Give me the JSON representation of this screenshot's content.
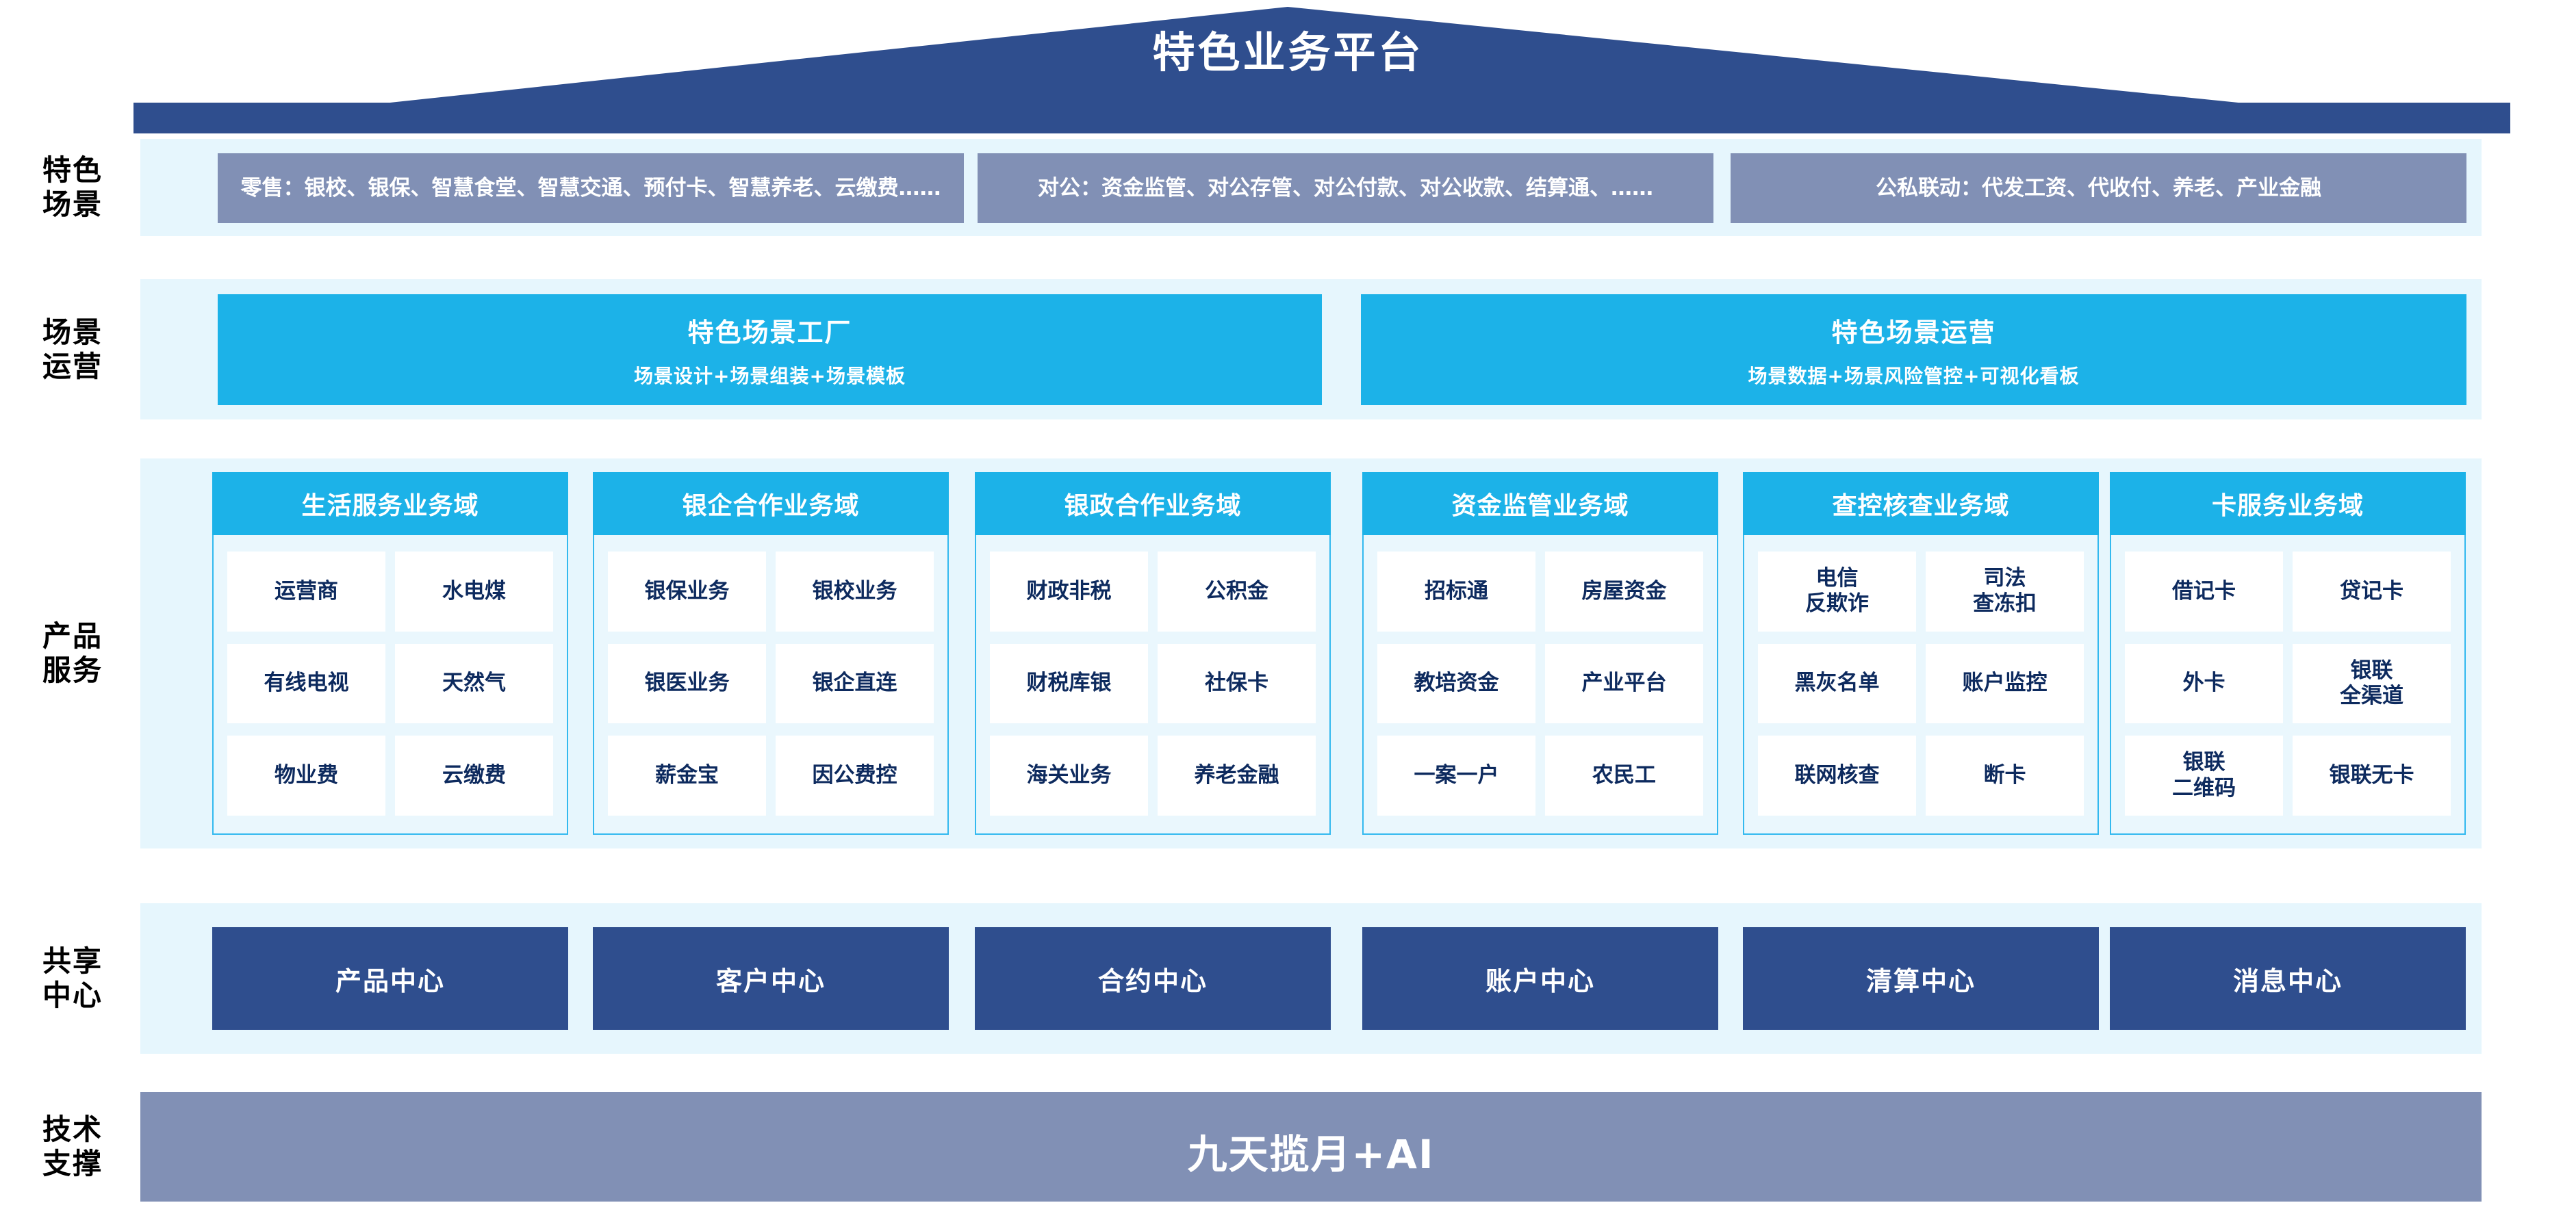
{
  "banner": {
    "title": "特色业务平台",
    "color": "#2f4e8e"
  },
  "colors": {
    "deep_blue": "#2f4e8e",
    "muted_blue": "#8190b5",
    "cyan": "#1cb2e8",
    "band_bg": "#e6f6fd",
    "cell_text": "#0d2a5e"
  },
  "rows": {
    "scene": {
      "label_line1": "特色",
      "label_line2": "场景"
    },
    "ops": {
      "label_line1": "场景",
      "label_line2": "运营"
    },
    "product": {
      "label_line1": "产品",
      "label_line2": "服务"
    },
    "center": {
      "label_line1": "共享",
      "label_line2": "中心"
    },
    "tech": {
      "label_line1": "技术",
      "label_line2": "支撑"
    }
  },
  "scenes": [
    {
      "text": "零售：银校、银保、智慧食堂、智慧交通、预付卡、智慧养老、云缴费……"
    },
    {
      "text": "对公：资金监管、对公存管、对公付款、对公收款、结算通、……"
    },
    {
      "text": "公私联动：代发工资、代收付、养老、产业金融"
    }
  ],
  "ops": [
    {
      "title": "特色场景工厂",
      "subtitle": "场景设计+场景组装+场景模板"
    },
    {
      "title": "特色场景运营",
      "subtitle": "场景数据+场景风险管控+可视化看板"
    }
  ],
  "domains": [
    {
      "title": "生活服务业务域",
      "items": [
        "运营商",
        "水电煤",
        "有线电视",
        "天然气",
        "物业费",
        "云缴费"
      ]
    },
    {
      "title": "银企合作业务域",
      "items": [
        "银保业务",
        "银校业务",
        "银医业务",
        "银企直连",
        "薪金宝",
        "因公费控"
      ]
    },
    {
      "title": "银政合作业务域",
      "items": [
        "财政非税",
        "公积金",
        "财税库银",
        "社保卡",
        "海关业务",
        "养老金融"
      ]
    },
    {
      "title": "资金监管业务域",
      "items": [
        "招标通",
        "房屋资金",
        "教培资金",
        "产业平台",
        "一案一户",
        "农民工"
      ]
    },
    {
      "title": "查控核查业务域",
      "items": [
        "电信\n反欺诈",
        "司法\n查冻扣",
        "黑灰名单",
        "账户监控",
        "联网核查",
        "断卡"
      ]
    },
    {
      "title": "卡服务业务域",
      "items": [
        "借记卡",
        "贷记卡",
        "外卡",
        "银联\n全渠道",
        "银联\n二维码",
        "银联无卡"
      ]
    }
  ],
  "centers": [
    "产品中心",
    "客户中心",
    "合约中心",
    "账户中心",
    "清算中心",
    "消息中心"
  ],
  "tech": {
    "title": "九天揽月+AI"
  }
}
